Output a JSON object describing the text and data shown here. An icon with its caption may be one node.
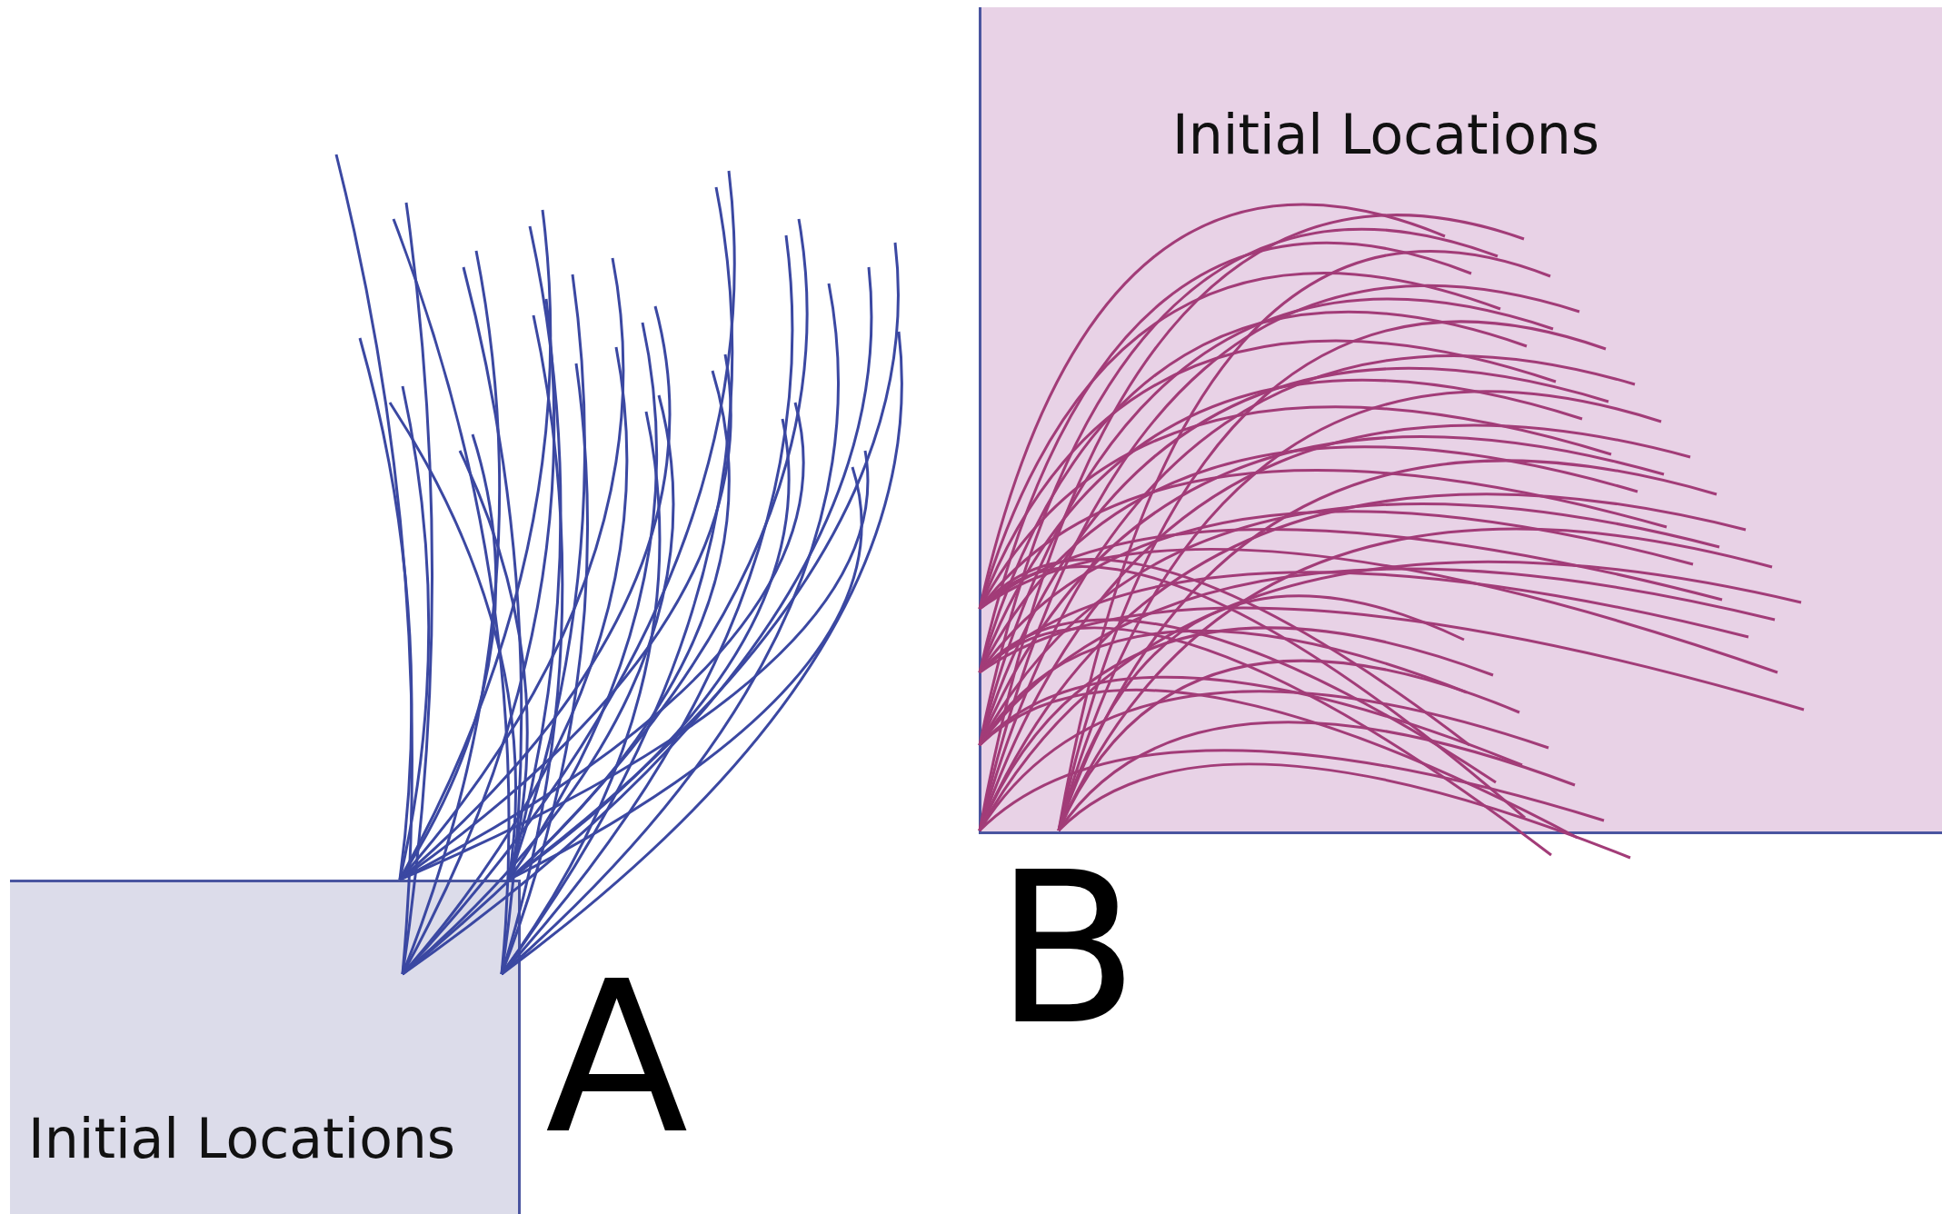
{
  "diagram": {
    "nodes": [
      {
        "text": [
          "Initial Locations"
        ]
      },
      {
        "text": [
          "Initial Locations"
        ]
      }
    ],
    "labels": [
      "A",
      "B"
    ]
  }
}
